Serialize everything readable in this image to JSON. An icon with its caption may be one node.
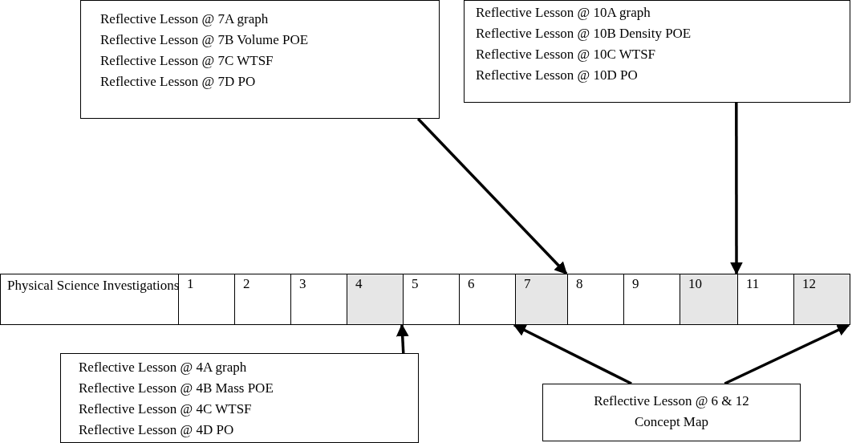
{
  "diagram": {
    "nodes": [
      {
        "text": [
          "Reflective Lesson @ 7A graph",
          "Reflective Lesson @ 7B Volume POE",
          "Reflective Lesson @ 7C WTSF",
          "Reflective Lesson @ 7D PO"
        ]
      },
      {
        "text": [
          "Reflective Lesson @ 10A graph",
          "Reflective Lesson @ 10B Density POE",
          "Reflective Lesson @ 10C WTSF",
          "Reflective Lesson @ 10D PO"
        ]
      },
      {
        "text": [
          "Physical Science Investigations"
        ]
      },
      {
        "text": [
          "1"
        ]
      },
      {
        "text": [
          "2"
        ]
      },
      {
        "text": [
          "3"
        ]
      },
      {
        "text": [
          "4"
        ]
      },
      {
        "text": [
          "5"
        ]
      },
      {
        "text": [
          "6"
        ]
      },
      {
        "text": [
          "7"
        ]
      },
      {
        "text": [
          "8"
        ]
      },
      {
        "text": [
          "9"
        ]
      },
      {
        "text": [
          "10"
        ]
      },
      {
        "text": [
          "11"
        ]
      },
      {
        "text": [
          "12"
        ]
      },
      {
        "text": [
          "Reflective Lesson @ 4A graph",
          "Reflective Lesson @ 4B Mass POE",
          "Reflective Lesson @ 4C WTSF",
          "Reflective Lesson @ 4D PO"
        ]
      },
      {
        "text": [
          "Reflective Lesson @ 6 & 12 Concept Map"
        ]
      }
    ],
    "edges": [
      {
        "from": 0,
        "to": 9,
        "arrow": "to"
      },
      {
        "from": 1,
        "to": 12,
        "arrow": "to"
      },
      {
        "from": 15,
        "to": 6,
        "arrow": "to"
      },
      {
        "from": 16,
        "to": 8,
        "arrow": "to"
      },
      {
        "from": 16,
        "to": 14,
        "arrow": "to"
      }
    ]
  }
}
